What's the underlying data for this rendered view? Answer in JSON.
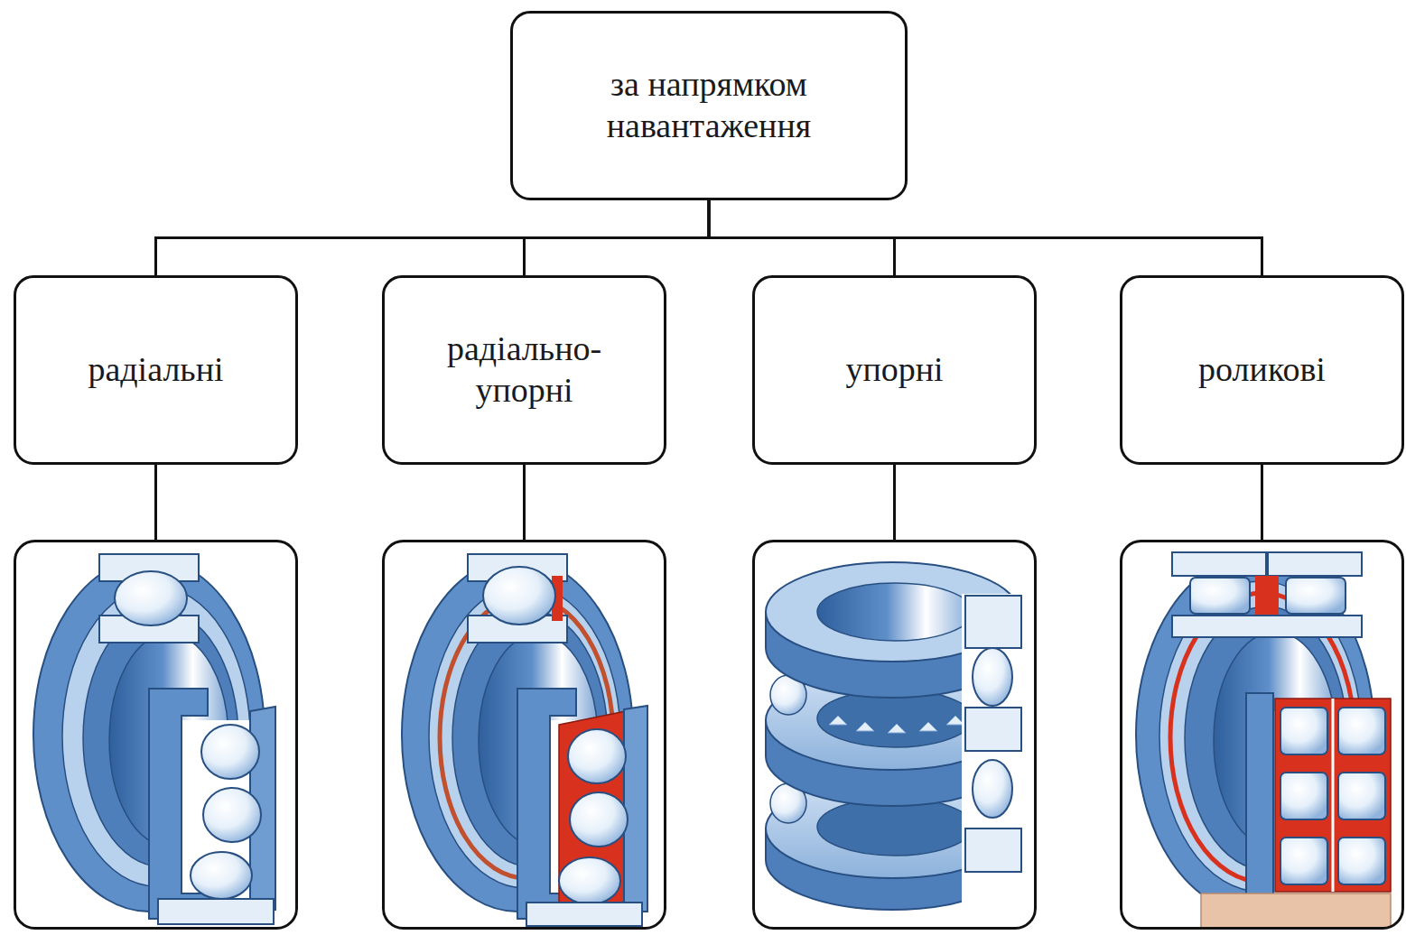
{
  "diagram": {
    "nodes": [
      {
        "text": [
          "за напрямком навантаження"
        ]
      },
      {
        "text": [
          "радіальні"
        ]
      },
      {
        "text": [
          "радіально- упорні"
        ]
      },
      {
        "text": [
          "упорні"
        ]
      },
      {
        "text": [
          "роликові"
        ]
      }
    ],
    "edges": [
      {
        "from": 0,
        "to": 1,
        "arrow": "none"
      },
      {
        "from": 0,
        "to": 2,
        "arrow": "none"
      },
      {
        "from": 0,
        "to": 3,
        "arrow": "none"
      },
      {
        "from": 0,
        "to": 4,
        "arrow": "none"
      }
    ]
  }
}
